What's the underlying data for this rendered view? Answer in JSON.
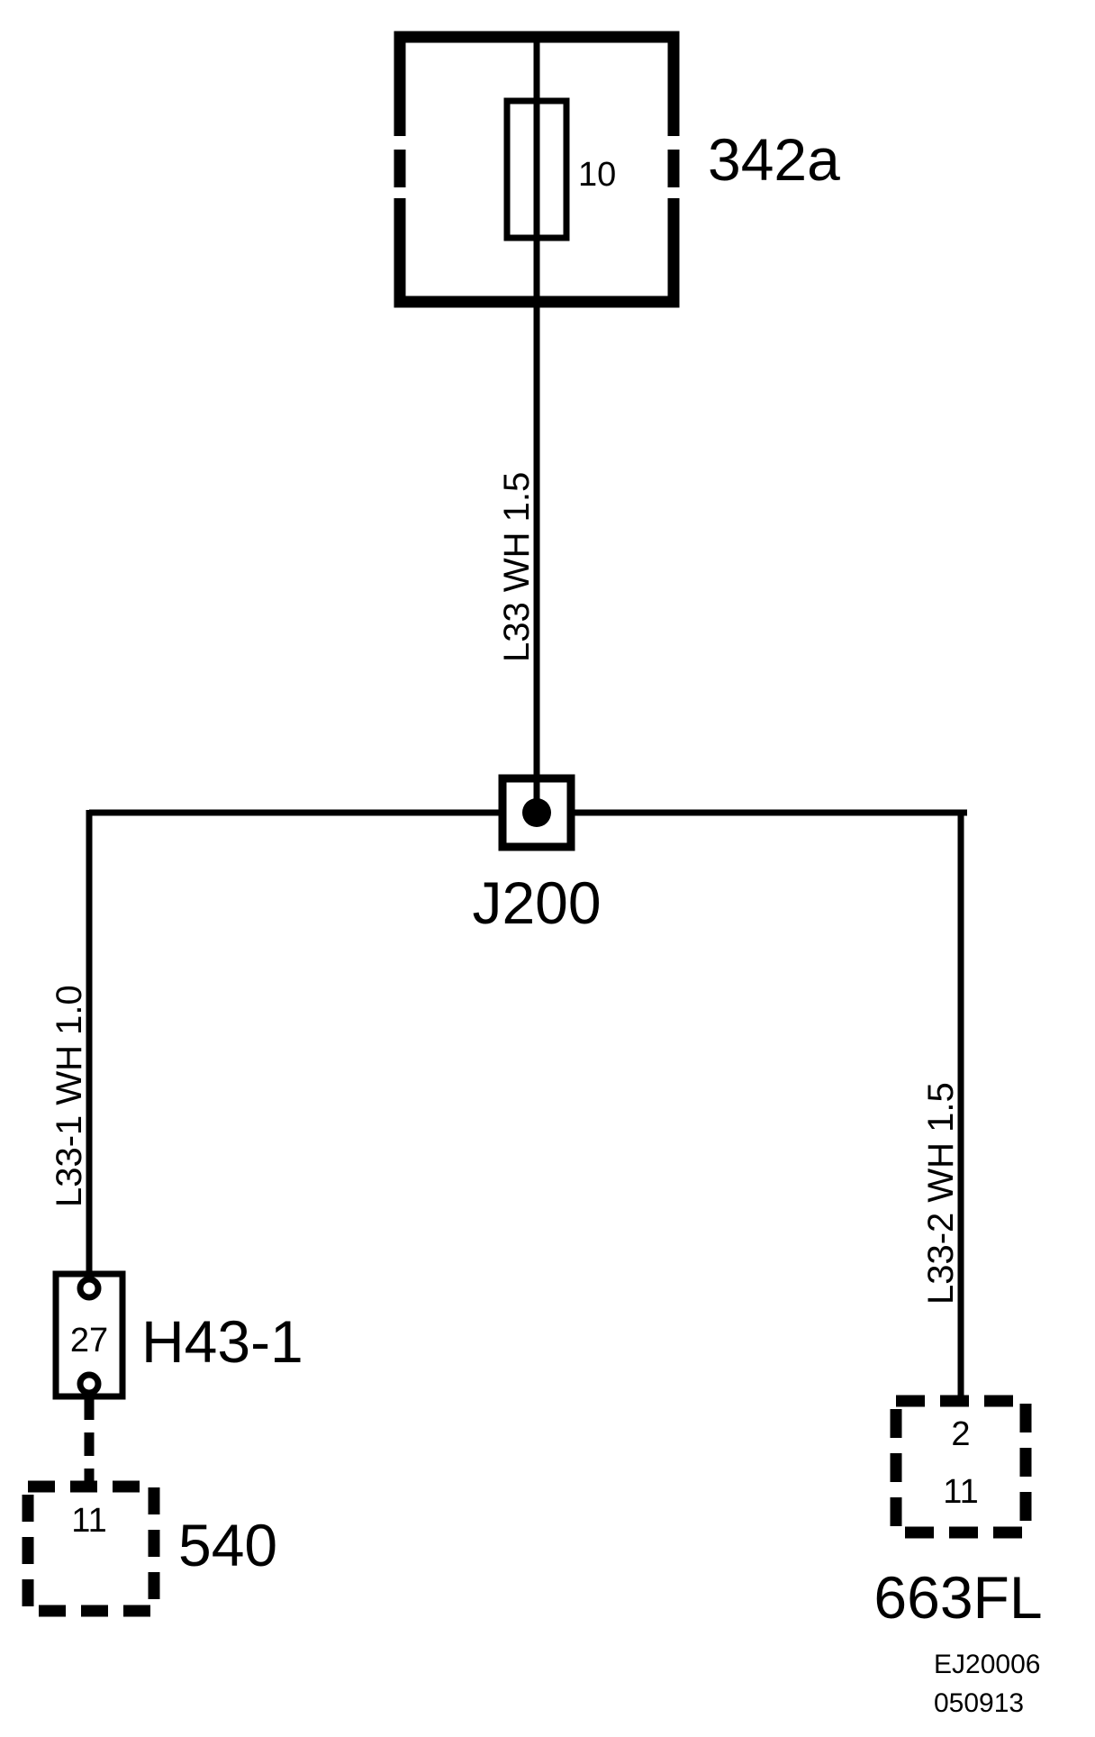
{
  "fuse": {
    "label": "342a",
    "rating": "10"
  },
  "splice": {
    "label": "J200"
  },
  "wires": {
    "main": "L33  WH  1.5",
    "left": "L33-1  WH  1.0",
    "right": "L33-2  WH  1.5"
  },
  "connector_h43": {
    "label": "H43-1",
    "pin": "27"
  },
  "component_540": {
    "label": "540",
    "pin": "11"
  },
  "component_663": {
    "label": "663FL",
    "pin_a": "2",
    "pin_b": "11"
  },
  "footer": {
    "code": "EJ20006",
    "date": "050913"
  }
}
